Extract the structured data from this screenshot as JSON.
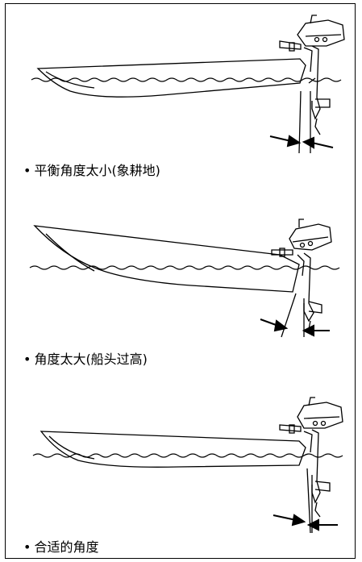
{
  "panels": [
    {
      "caption": "平衡角度太小(象耕地)"
    },
    {
      "caption": "角度太大(船头过高)"
    },
    {
      "caption": "合适的角度"
    }
  ],
  "bullet": "•",
  "colors": {
    "line": "#000000",
    "background": "#ffffff"
  }
}
